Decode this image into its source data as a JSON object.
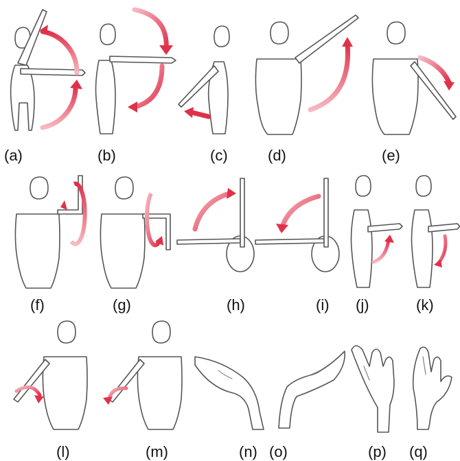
{
  "panels": [
    {
      "id": "a",
      "label": "(a)"
    },
    {
      "id": "b",
      "label": "(b)"
    },
    {
      "id": "c",
      "label": "(c)"
    },
    {
      "id": "d",
      "label": "(d)"
    },
    {
      "id": "e",
      "label": "(e)"
    },
    {
      "id": "f",
      "label": "(f)"
    },
    {
      "id": "g",
      "label": "(g)"
    },
    {
      "id": "h",
      "label": "(h)"
    },
    {
      "id": "i",
      "label": "(i)"
    },
    {
      "id": "j",
      "label": "(j)"
    },
    {
      "id": "k",
      "label": "(k)"
    },
    {
      "id": "l",
      "label": "(l)"
    },
    {
      "id": "m",
      "label": "(m)"
    },
    {
      "id": "n",
      "label": "(n)"
    },
    {
      "id": "o",
      "label": "(o)"
    },
    {
      "id": "p",
      "label": "(p)"
    },
    {
      "id": "q",
      "label": "(q)"
    }
  ],
  "colors": {
    "arrow": "#e0304a",
    "arrow_light": "#f6b9c2",
    "outline": "#555555",
    "skin": "#ffffff"
  },
  "icons": [
    "human-figure",
    "rotation-arrow",
    "hand"
  ]
}
